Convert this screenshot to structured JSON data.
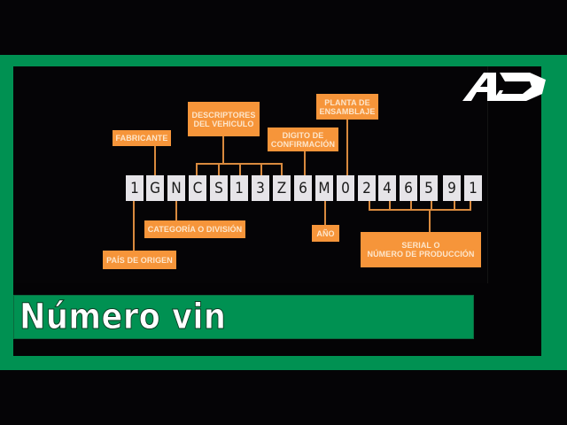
{
  "colors": {
    "frame_green": "#009152",
    "label_orange": "#f6953a",
    "char_box": "#e6e4e8",
    "background": "#050406"
  },
  "logo": {
    "text": "AD",
    "icon": "ad-logo-icon"
  },
  "vin": {
    "characters": [
      "1",
      "G",
      "N",
      "C",
      "S",
      "1",
      "3",
      "Z",
      "6",
      "M",
      "0",
      "2",
      "4",
      "6",
      "5",
      "9",
      "1"
    ]
  },
  "labels": {
    "fabricante": "FABRICANTE",
    "descriptores_l1": "DESCRIPTORES",
    "descriptores_l2": "DEL VEHICULO",
    "digito_l1": "DIGITO DE",
    "digito_l2": "CONFIRMACIÓN",
    "planta_l1": "PLANTA DE",
    "planta_l2": "ENSAMBLAJE",
    "categoria": "CATEGORÍA O DIVISIÓN",
    "pais": "PAÍS DE ORIGEN",
    "ano": "AÑO",
    "serial_l1": "SERIAL O",
    "serial_l2": "NÚMERO DE PRODUCCIÓN"
  },
  "title": "Número vin"
}
